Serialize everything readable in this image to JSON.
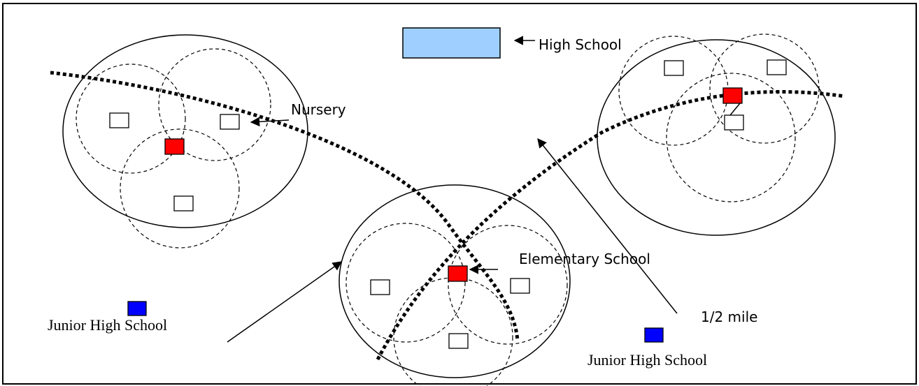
{
  "labels": {
    "high_school": "High School",
    "nursery": "Nursery",
    "elementary_school": "Elementary School",
    "junior_high_left": "Junior High School",
    "junior_high_right": "Junior High School",
    "distance": "1/2 mile"
  },
  "colors": {
    "elementary": "#ff0000",
    "junior_high": "#0000ff",
    "high_school": "#9fcfff",
    "nursery": "#ffffff"
  }
}
